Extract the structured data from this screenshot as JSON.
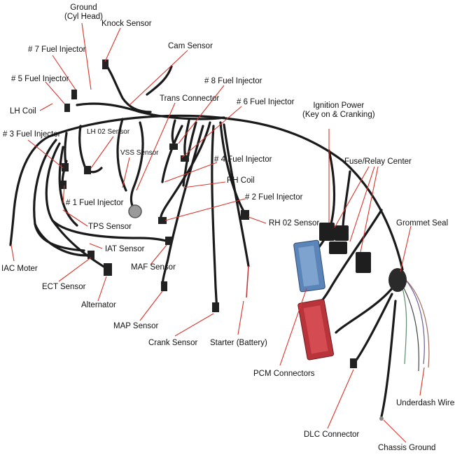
{
  "labels": {
    "ground": "Ground",
    "ground_sub": "(Cyl Head)",
    "knock_sensor": "Knock Sensor",
    "fuel_injector_7": "# 7 Fuel Injector",
    "cam_sensor": "Cam Sensor",
    "fuel_injector_5": "# 5 Fuel Injector",
    "fuel_injector_8": "# 8 Fuel Injector",
    "trans_connector": "Trans Connector",
    "fuel_injector_6": "# 6 Fuel Injector",
    "ignition_power": "Ignition Power",
    "ignition_power_sub": "(Key on & Cranking)",
    "lh_coil": "LH Coil",
    "lh_o2_sensor": "LH 02 Sensor",
    "fuel_injector_3": "# 3 Fuel Injector",
    "vss_sensor": "VSS Sensor",
    "fuse_relay_center": "Fuse/Relay Center",
    "fuel_injector_4": "# 4 Fuel Injector",
    "rh_coil": "RH Coil",
    "fuel_injector_2": "# 2 Fuel Injector",
    "fuel_injector_1": "# 1 Fuel Injector",
    "grommet_seal": "Grommet Seal",
    "rh_o2_sensor": "RH 02 Sensor",
    "tps_sensor": "TPS Sensor",
    "iat_sensor": "IAT Sensor",
    "iac_motor": "IAC Moter",
    "maf_sensor": "MAF Sensor",
    "ect_sensor": "ECT Sensor",
    "alternator": "Alternator",
    "map_sensor": "MAP Sensor",
    "crank_sensor": "Crank Sensor",
    "starter_battery": "Starter (Battery)",
    "pcm_connectors": "PCM Connectors",
    "underdash_wires": "Underdash Wires",
    "dlc_connector": "DLC Connector",
    "chassis_ground": "Chassis Ground"
  },
  "colors": {
    "wire": "#1a1a1a",
    "leader": "#d9342b",
    "pcm_blue": "#5b84b8",
    "pcm_red": "#b8343a"
  }
}
